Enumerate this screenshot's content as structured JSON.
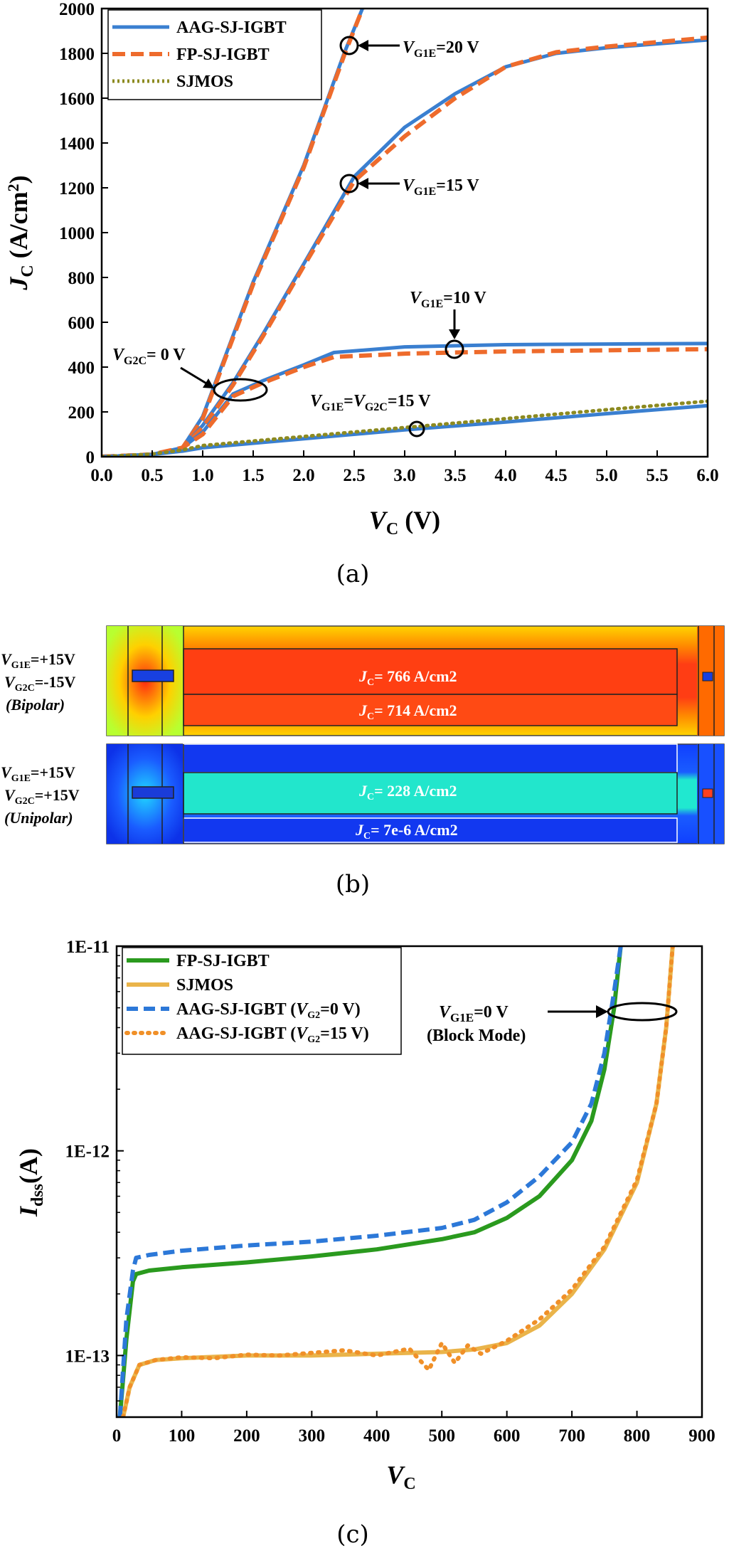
{
  "colors": {
    "aag": "#3a7fd0",
    "fp_a": "#ee6b2c",
    "sjmos_a": "#8c8a20",
    "fp_c": "#2a9a1e",
    "sjmos_c": "#eab44a",
    "aag0_c": "#2c78d8",
    "aag15_c": "#f09028"
  },
  "panel_a": {
    "caption": "(a)",
    "chart_data": {
      "type": "line",
      "xlabel": "V_C (V)",
      "ylabel": "J_C (A/cm²)",
      "xlim": [
        0,
        6
      ],
      "ylim": [
        0,
        2000
      ],
      "x_ticks": [
        "0.0",
        "0.5",
        "1.0",
        "1.5",
        "2.0",
        "2.5",
        "3.0",
        "3.5",
        "4.0",
        "4.5",
        "5.0",
        "5.5",
        "6.0"
      ],
      "y_ticks": [
        "0",
        "200",
        "400",
        "600",
        "800",
        "1000",
        "1200",
        "1400",
        "1600",
        "1800",
        "2000"
      ],
      "legend_position": "top-left",
      "legend": [
        "AAG-SJ-IGBT",
        "FP-SJ-IGBT",
        "SJMOS"
      ],
      "series": [
        {
          "name": "AAG-SJ-IGBT",
          "color_key": "aag",
          "style": "solid",
          "curve": "V_G1E=20 V",
          "points": [
            [
              0,
              0
            ],
            [
              0.5,
              10
            ],
            [
              0.8,
              40
            ],
            [
              1.0,
              180
            ],
            [
              1.2,
              420
            ],
            [
              1.5,
              780
            ],
            [
              2.0,
              1300
            ],
            [
              2.4,
              1800
            ],
            [
              2.6,
              2020
            ]
          ]
        },
        {
          "name": "FP-SJ-IGBT",
          "color_key": "fp_a",
          "style": "dashed",
          "curve": "V_G1E=20 V",
          "points": [
            [
              0,
              0
            ],
            [
              0.5,
              10
            ],
            [
              0.8,
              40
            ],
            [
              1.0,
              170
            ],
            [
              1.2,
              410
            ],
            [
              1.5,
              770
            ],
            [
              2.0,
              1290
            ],
            [
              2.4,
              1790
            ],
            [
              2.6,
              2020
            ]
          ]
        },
        {
          "name": "AAG-SJ-IGBT",
          "color_key": "aag",
          "style": "solid",
          "curve": "V_G1E=15 V",
          "points": [
            [
              0,
              0
            ],
            [
              0.5,
              10
            ],
            [
              0.8,
              40
            ],
            [
              1.0,
              140
            ],
            [
              1.3,
              330
            ],
            [
              1.6,
              550
            ],
            [
              2.0,
              860
            ],
            [
              2.5,
              1250
            ],
            [
              3.0,
              1470
            ],
            [
              3.5,
              1620
            ],
            [
              4.0,
              1740
            ],
            [
              4.5,
              1800
            ],
            [
              5.0,
              1825
            ],
            [
              6.0,
              1860
            ]
          ]
        },
        {
          "name": "FP-SJ-IGBT",
          "color_key": "fp_a",
          "style": "dashed",
          "curve": "V_G1E=15 V",
          "points": [
            [
              0,
              0
            ],
            [
              0.5,
              10
            ],
            [
              0.8,
              40
            ],
            [
              1.0,
              130
            ],
            [
              1.3,
              320
            ],
            [
              1.6,
              540
            ],
            [
              2.0,
              850
            ],
            [
              2.5,
              1230
            ],
            [
              3.0,
              1430
            ],
            [
              3.5,
              1600
            ],
            [
              4.0,
              1740
            ],
            [
              4.5,
              1805
            ],
            [
              5.0,
              1830
            ],
            [
              6.0,
              1870
            ]
          ]
        },
        {
          "name": "AAG-SJ-IGBT",
          "color_key": "aag",
          "style": "solid",
          "curve": "V_G1E=10 V",
          "points": [
            [
              0,
              0
            ],
            [
              0.5,
              10
            ],
            [
              0.8,
              40
            ],
            [
              1.0,
              110
            ],
            [
              1.3,
              280
            ],
            [
              1.6,
              340
            ],
            [
              2.0,
              410
            ],
            [
              2.3,
              465
            ],
            [
              3.0,
              490
            ],
            [
              4.0,
              500
            ],
            [
              5.0,
              503
            ],
            [
              6.0,
              505
            ]
          ]
        },
        {
          "name": "FP-SJ-IGBT",
          "color_key": "fp_a",
          "style": "dashed",
          "curve": "V_G1E=10 V",
          "points": [
            [
              0,
              0
            ],
            [
              0.5,
              10
            ],
            [
              0.8,
              40
            ],
            [
              1.0,
              100
            ],
            [
              1.3,
              270
            ],
            [
              1.6,
              330
            ],
            [
              2.0,
              400
            ],
            [
              2.3,
              445
            ],
            [
              3.0,
              460
            ],
            [
              4.0,
              470
            ],
            [
              5.0,
              475
            ],
            [
              6.0,
              480
            ]
          ]
        },
        {
          "name": "AAG-SJ-IGBT",
          "color_key": "aag",
          "style": "solid",
          "curve": "V_G1E=V_G2C=15 V",
          "points": [
            [
              0,
              0
            ],
            [
              0.5,
              10
            ],
            [
              0.8,
              25
            ],
            [
              1.0,
              40
            ],
            [
              2.0,
              80
            ],
            [
              3.0,
              120
            ],
            [
              4.0,
              155
            ],
            [
              5.0,
              192
            ],
            [
              6.0,
              228
            ]
          ]
        },
        {
          "name": "SJMOS",
          "color_key": "sjmos_a",
          "style": "dotted",
          "curve": "V_G1E=V_G2C=15 V",
          "points": [
            [
              0,
              0
            ],
            [
              0.5,
              12
            ],
            [
              0.8,
              30
            ],
            [
              1.0,
              50
            ],
            [
              2.0,
              90
            ],
            [
              3.0,
              130
            ],
            [
              4.0,
              170
            ],
            [
              5.0,
              210
            ],
            [
              6.0,
              248
            ]
          ]
        }
      ],
      "annotations": [
        {
          "text": "V_G1E=20 V",
          "at": [
            2.45,
            1830
          ]
        },
        {
          "text": "V_G1E=15 V",
          "at": [
            2.45,
            1215
          ]
        },
        {
          "text": "V_G1E=10 V",
          "at": [
            3.5,
            480
          ]
        },
        {
          "text": "V_G2C= 0 V",
          "at": [
            1.35,
            300
          ]
        },
        {
          "text": "V_G1E=V_G2C=15 V",
          "at": [
            3.15,
            125
          ]
        }
      ]
    }
  },
  "panel_b": {
    "caption": "(b)",
    "top": {
      "label_lines": [
        "V_G1E=+15V",
        "V_G2C=-15V",
        "(Bipolar)"
      ],
      "j_upper": "J_C= 766 A/cm2",
      "j_lower": "J_C= 714 A/cm2"
    },
    "bottom": {
      "label_lines": [
        "V_G1E=+15V",
        "V_G2C=+15V",
        "(Unipolar)"
      ],
      "j_upper": "J_C= 228 A/cm2",
      "j_lower": "J_C= 7e-6 A/cm2"
    }
  },
  "panel_c": {
    "caption": "(c)",
    "chart_data": {
      "type": "line",
      "xlabel": "V_C",
      "ylabel": "I_dss(A)",
      "y_scale": "log",
      "xlim": [
        0,
        900
      ],
      "ylim": [
        5e-14,
        1e-11
      ],
      "x_ticks": [
        "0",
        "100",
        "200",
        "300",
        "400",
        "500",
        "600",
        "700",
        "800",
        "900"
      ],
      "y_ticks": [
        "1E-13",
        "1E-12",
        "1E-11"
      ],
      "legend_position": "top-left",
      "legend": [
        "FP-SJ-IGBT",
        "SJMOS",
        "AAG-SJ-IGBT (V_G2=0 V)",
        "AAG-SJ-IGBT (V_G2=15 V)"
      ],
      "series": [
        {
          "name": "FP-SJ-IGBT",
          "color_key": "fp_c",
          "style": "solid",
          "points": [
            [
              5,
              5e-14
            ],
            [
              15,
              1.2e-13
            ],
            [
              25,
              2.3e-13
            ],
            [
              30,
              2.5e-13
            ],
            [
              50,
              2.6e-13
            ],
            [
              100,
              2.7e-13
            ],
            [
              200,
              2.85e-13
            ],
            [
              300,
              3.05e-13
            ],
            [
              400,
              3.3e-13
            ],
            [
              500,
              3.7e-13
            ],
            [
              550,
              4e-13
            ],
            [
              600,
              4.7e-13
            ],
            [
              650,
              6e-13
            ],
            [
              700,
              9e-13
            ],
            [
              730,
              1.4e-12
            ],
            [
              750,
              2.5e-12
            ],
            [
              765,
              5e-12
            ],
            [
              775,
              1e-11
            ]
          ]
        },
        {
          "name": "SJMOS",
          "color_key": "sjmos_c",
          "style": "solid",
          "points": [
            [
              10,
              5e-14
            ],
            [
              20,
              7e-14
            ],
            [
              35,
              9e-14
            ],
            [
              60,
              9.5e-14
            ],
            [
              100,
              9.7e-14
            ],
            [
              200,
              1e-13
            ],
            [
              300,
              1e-13
            ],
            [
              400,
              1.02e-13
            ],
            [
              500,
              1.04e-13
            ],
            [
              550,
              1.07e-13
            ],
            [
              600,
              1.15e-13
            ],
            [
              650,
              1.4e-13
            ],
            [
              700,
              2e-13
            ],
            [
              750,
              3.3e-13
            ],
            [
              800,
              7e-13
            ],
            [
              830,
              1.7e-12
            ],
            [
              845,
              4e-12
            ],
            [
              855,
              1e-11
            ]
          ]
        },
        {
          "name": "AAG-SJ-IGBT (V_G2=0 V)",
          "color_key": "aag0_c",
          "style": "dashed",
          "points": [
            [
              5,
              5e-14
            ],
            [
              15,
              1.5e-13
            ],
            [
              25,
              2.6e-13
            ],
            [
              30,
              3e-13
            ],
            [
              50,
              3.1e-13
            ],
            [
              100,
              3.25e-13
            ],
            [
              200,
              3.45e-13
            ],
            [
              300,
              3.6e-13
            ],
            [
              400,
              3.85e-13
            ],
            [
              500,
              4.2e-13
            ],
            [
              550,
              4.6e-13
            ],
            [
              600,
              5.6e-13
            ],
            [
              650,
              7.5e-13
            ],
            [
              700,
              1.1e-12
            ],
            [
              730,
              1.7e-12
            ],
            [
              750,
              3e-12
            ],
            [
              765,
              6e-12
            ],
            [
              775,
              1e-11
            ]
          ]
        },
        {
          "name": "AAG-SJ-IGBT (V_G2=15 V)",
          "color_key": "aag15_c",
          "style": "dotted",
          "points": [
            [
              10,
              5e-14
            ],
            [
              20,
              7e-14
            ],
            [
              35,
              9e-14
            ],
            [
              60,
              9.5e-14
            ],
            [
              100,
              9.8e-14
            ],
            [
              150,
              9.7e-14
            ],
            [
              200,
              1.01e-13
            ],
            [
              250,
              1e-13
            ],
            [
              300,
              1.03e-13
            ],
            [
              350,
              1.06e-13
            ],
            [
              400,
              1e-13
            ],
            [
              450,
              1.08e-13
            ],
            [
              480,
              8.5e-14
            ],
            [
              500,
              1.15e-13
            ],
            [
              520,
              9.2e-14
            ],
            [
              540,
              1.12e-13
            ],
            [
              560,
              1.02e-13
            ],
            [
              600,
              1.18e-13
            ],
            [
              650,
              1.5e-13
            ],
            [
              700,
              2.1e-13
            ],
            [
              750,
              3.4e-13
            ],
            [
              800,
              7.2e-13
            ],
            [
              830,
              1.7e-12
            ],
            [
              845,
              4e-12
            ],
            [
              855,
              1e-11
            ]
          ]
        }
      ],
      "annotations": [
        {
          "text": "V_G1E=0 V",
          "at": [
            810,
            4.7e-12
          ]
        },
        {
          "text": "(Block Mode)",
          "at": [
            810,
            4.7e-12
          ]
        }
      ]
    }
  }
}
